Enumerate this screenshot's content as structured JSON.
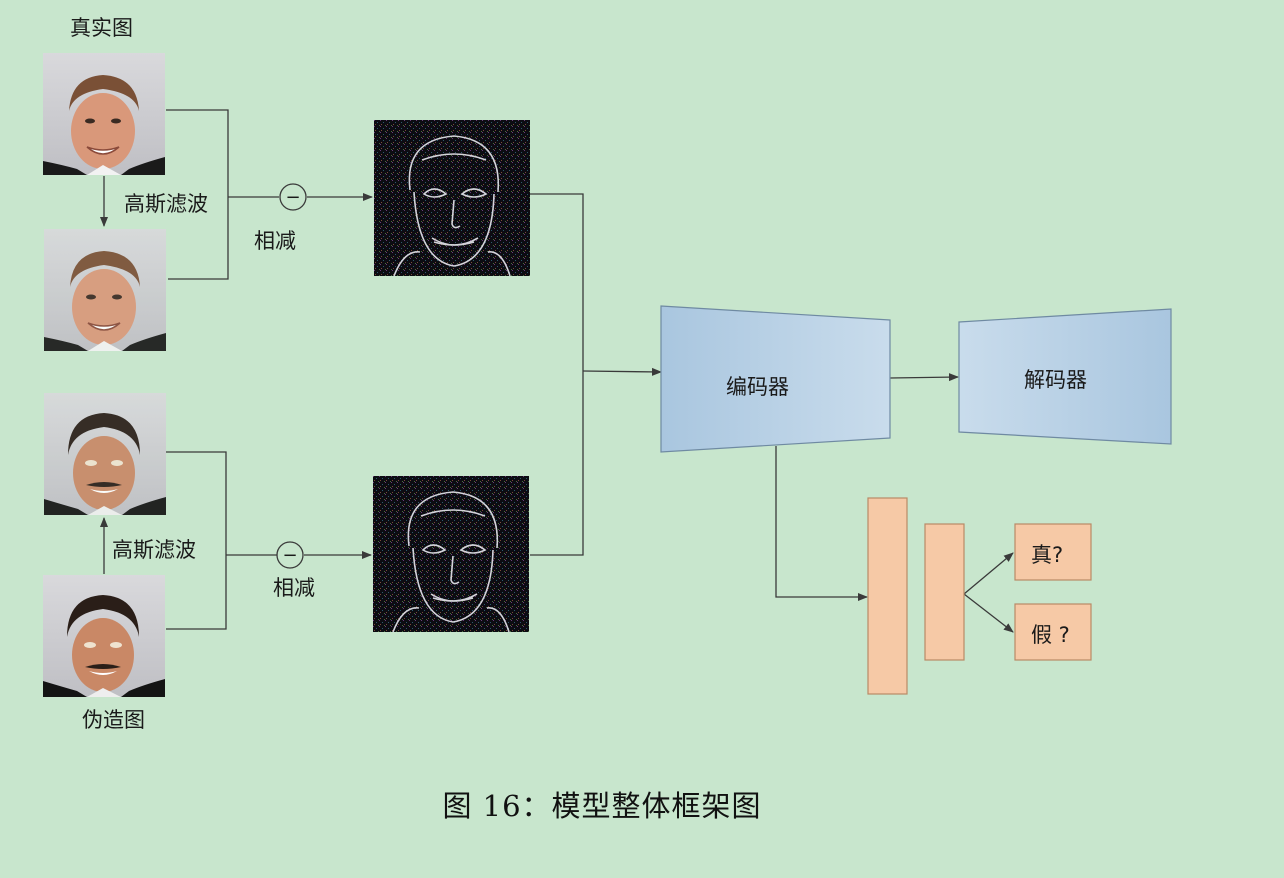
{
  "labels": {
    "real_image": "真实图",
    "fake_image": "伪造图",
    "gaussian_filter_top": "高斯滤波",
    "gaussian_filter_bottom": "高斯滤波",
    "subtract_top": "相减",
    "subtract_bottom": "相减",
    "minus_symbol": "−",
    "encoder": "编码器",
    "decoder": "解码器",
    "real_q": "真?",
    "fake_q": "假 ?"
  },
  "caption": "图 16：模型整体框架图",
  "colors": {
    "background": "#c8e6cd",
    "encoder_fill_a": "#a9c8e0",
    "encoder_fill_b": "#c4daea",
    "classifier_fill": "#f6c9a6",
    "classifier_stroke": "#b98a66",
    "line": "#3a3a3a",
    "edge_map_bg": "#0c0c12"
  },
  "icons": {
    "face": "face-photo-icon",
    "edge": "edge-map-icon",
    "minus": "minus-circle-icon"
  }
}
